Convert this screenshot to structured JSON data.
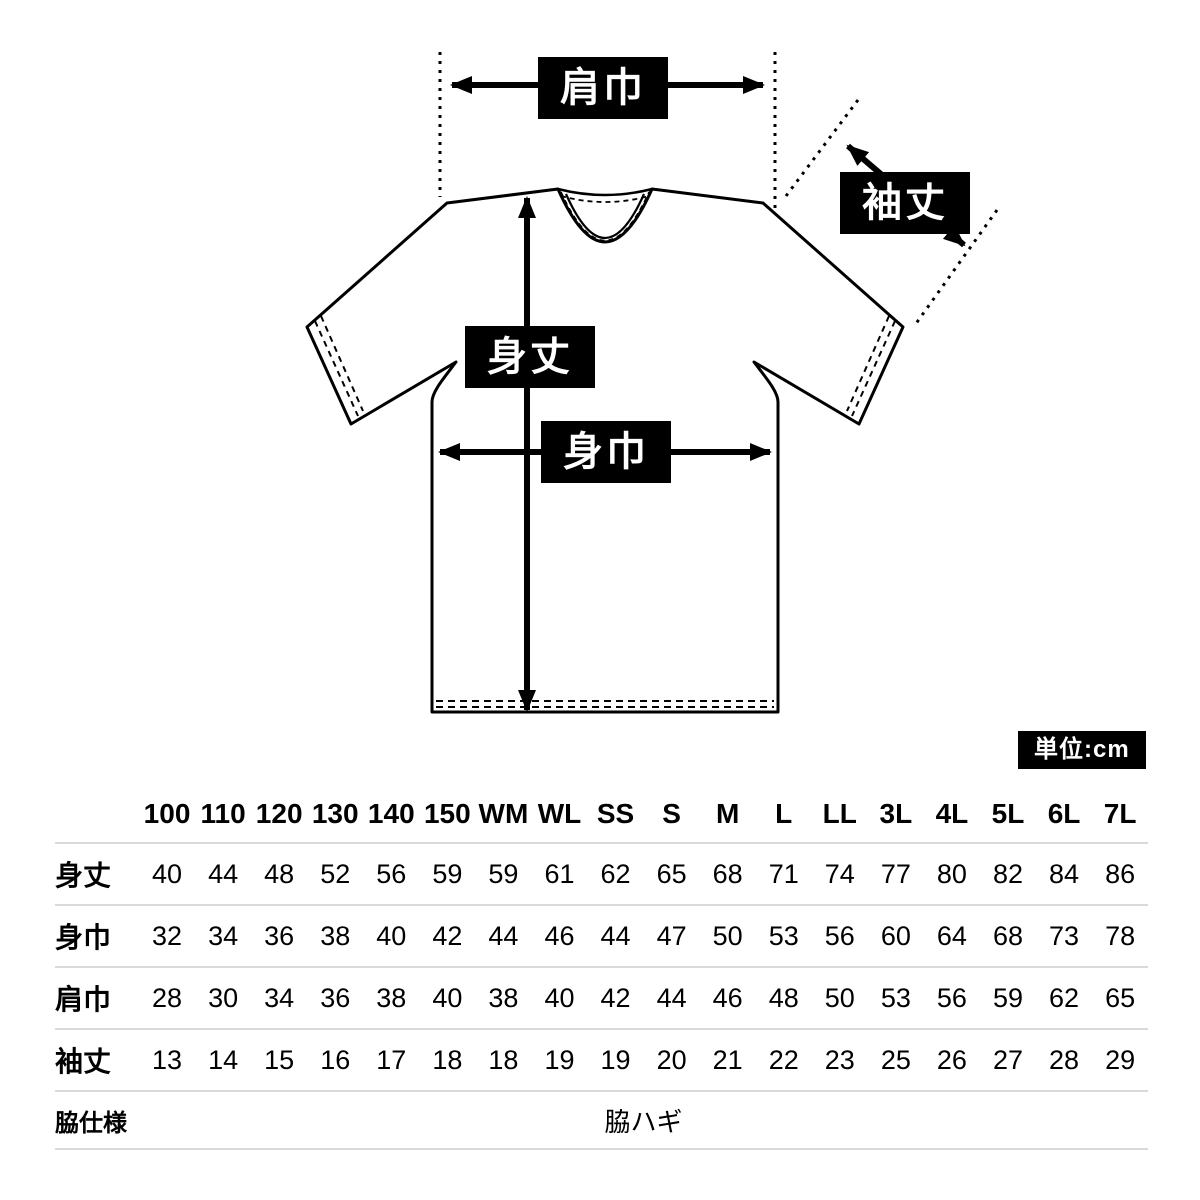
{
  "unit_badge": "単位:cm",
  "diagram": {
    "labels": {
      "shoulder_width": "肩巾",
      "sleeve_length": "袖丈",
      "body_length": "身丈",
      "body_width": "身巾"
    }
  },
  "table": {
    "sizes": [
      "100",
      "110",
      "120",
      "130",
      "140",
      "150",
      "WM",
      "WL",
      "SS",
      "S",
      "M",
      "L",
      "LL",
      "3L",
      "4L",
      "5L",
      "6L",
      "7L"
    ],
    "rows": [
      {
        "label": "身丈",
        "values": [
          "40",
          "44",
          "48",
          "52",
          "56",
          "59",
          "59",
          "61",
          "62",
          "65",
          "68",
          "71",
          "74",
          "77",
          "80",
          "82",
          "84",
          "86"
        ]
      },
      {
        "label": "身巾",
        "values": [
          "32",
          "34",
          "36",
          "38",
          "40",
          "42",
          "44",
          "46",
          "44",
          "47",
          "50",
          "53",
          "56",
          "60",
          "64",
          "68",
          "73",
          "78"
        ]
      },
      {
        "label": "肩巾",
        "values": [
          "28",
          "30",
          "34",
          "36",
          "38",
          "40",
          "38",
          "40",
          "42",
          "44",
          "46",
          "48",
          "50",
          "53",
          "56",
          "59",
          "62",
          "65"
        ]
      },
      {
        "label": "袖丈",
        "values": [
          "13",
          "14",
          "15",
          "16",
          "17",
          "18",
          "18",
          "19",
          "19",
          "20",
          "21",
          "22",
          "23",
          "25",
          "26",
          "27",
          "28",
          "29"
        ]
      }
    ],
    "footer_row": {
      "label": "脇仕様",
      "value": "脇ハギ"
    }
  }
}
